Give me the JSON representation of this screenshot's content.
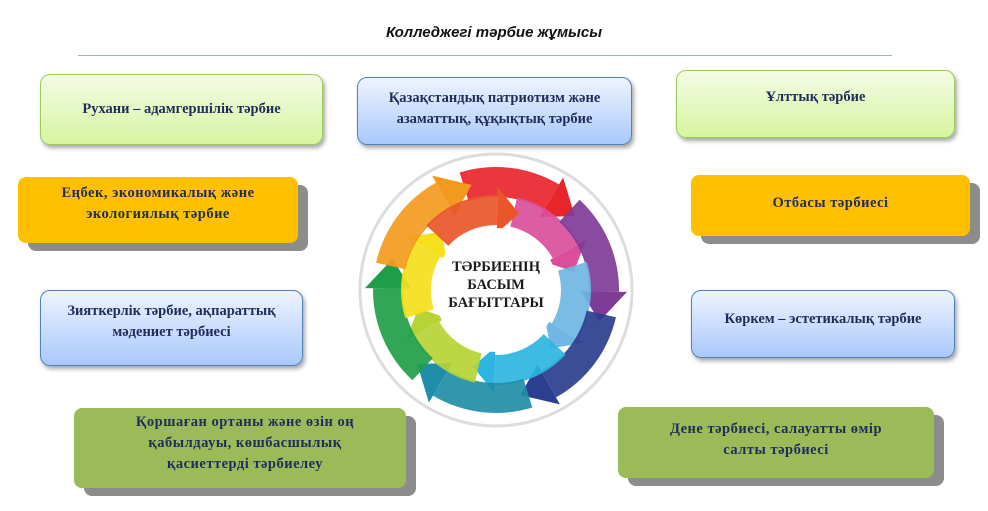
{
  "title": "Колледжегі тәрбие жұмысы",
  "center": {
    "line1": "ТӘРБИЕНІҢ",
    "line2": "БАСЫМ",
    "line3": "БАҒЫТТАРЫ"
  },
  "boxes": [
    {
      "text": "Рухани – адамгершілік тәрбие"
    },
    {
      "text": "Қазақстандық патриотизм және азаматтық, құқықтық тәрбие"
    },
    {
      "text": "Ұлттық тәрбие"
    },
    {
      "text": "Еңбек, экономикалық және экологиялық тәрбие"
    },
    {
      "text": "Отбасы тәрбиесі"
    },
    {
      "text": "Зияткерлік тәрбие, ақпараттық мәдениет тәрбиесі"
    },
    {
      "text": "Көркем – эстетикалық тәрбие"
    },
    {
      "text": "Қоршаған ортаны және өзін оң қабылдауы, көшбасшылық қасиеттерді тәрбиелеу"
    },
    {
      "text": "Дене тәрбиесі, салауатты өмір салты тәрбиесі"
    }
  ],
  "cycle_colors": [
    "#E8252B",
    "#D94F9B",
    "#7E3C97",
    "#6FB6E2",
    "#2B3E8F",
    "#2CB5E0",
    "#1F8EA8",
    "#B7D334",
    "#1E9E48",
    "#F5E01C",
    "#F39A1E",
    "#E9562A"
  ]
}
